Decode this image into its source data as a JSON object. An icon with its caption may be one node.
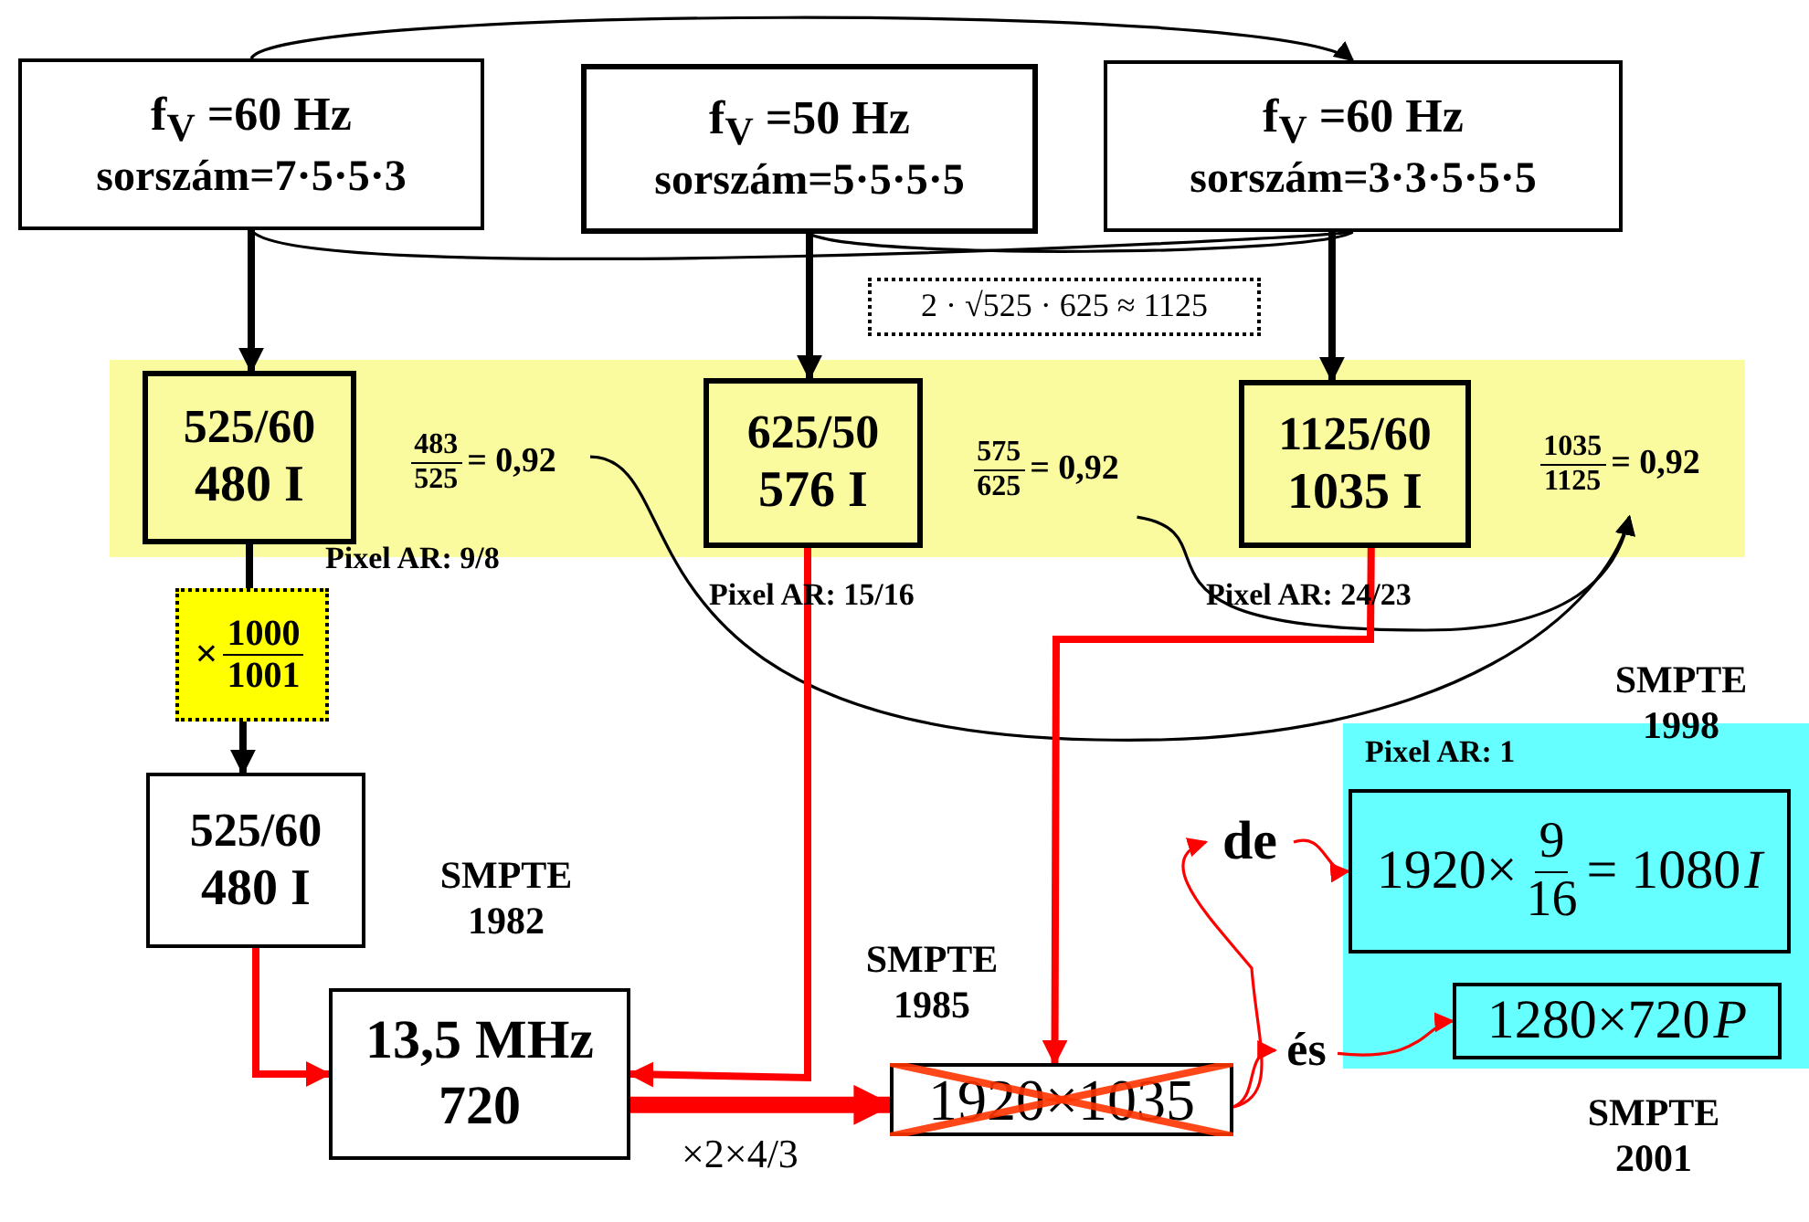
{
  "diagram": {
    "nodes": [
      {
        "text": [
          "f$_{V}$ =60 Hz",
          "sorszám=7·5·5·3"
        ]
      },
      {
        "text": [
          "f$_{V}$ =50 Hz",
          "sorszám=5·5·5·5"
        ]
      },
      {
        "text": [
          "f$_{V}$ =60 Hz",
          "sorszám=3·3·5·5·5"
        ]
      },
      {
        "text": [
          "2 · √525 · 625 ≈ 1125"
        ]
      },
      {
        "text": [],
        "shape": "box"
      },
      {
        "text": [
          "525/60",
          "480 I"
        ],
        "in": 4
      },
      {
        "text": [
          "483",
          "525",
          "= 0,92"
        ],
        "in": 4
      },
      {
        "text": [
          "625/50",
          "576 I"
        ],
        "in": 4
      },
      {
        "text": [
          "575",
          "625",
          "= 0,92"
        ],
        "in": 4
      },
      {
        "text": [
          "1125/60",
          "1035 I"
        ],
        "in": 4
      },
      {
        "text": [
          "1035",
          "1125",
          "= 0,92"
        ],
        "in": 4
      },
      {
        "text": [
          "×",
          "1000",
          "1001"
        ]
      },
      {
        "text": [
          "525/60",
          "480 I"
        ]
      },
      {
        "text": [
          "13,5 MHz",
          "720"
        ]
      },
      {
        "text": [
          "1920×1035"
        ]
      },
      {
        "text": [
          "de"
        ]
      },
      {
        "text": [
          "és"
        ]
      },
      {
        "text": [
          "Pixel AR: 1"
        ]
      },
      {
        "text": [
          "1920×",
          "9",
          "16",
          "= 1080",
          "I"
        ],
        "in": 17
      },
      {
        "text": [
          "1280×720",
          "P"
        ],
        "in": 17
      }
    ],
    "edges": [
      {
        "from": 0,
        "to": 2,
        "arrow": "to"
      },
      {
        "from": 0,
        "to": 2,
        "arrow": "none"
      },
      {
        "from": 1,
        "to": 2,
        "arrow": "none"
      },
      {
        "from": 0,
        "to": 5,
        "arrow": "to",
        "style": "thick"
      },
      {
        "from": 1,
        "to": 7,
        "arrow": "to",
        "style": "thick"
      },
      {
        "from": 2,
        "to": 9,
        "arrow": "to",
        "style": "thick"
      },
      {
        "from": 5,
        "to": 11,
        "arrow": "none",
        "style": "thick"
      },
      {
        "from": 11,
        "to": 12,
        "arrow": "to",
        "style": "thick"
      },
      {
        "from": 6,
        "to": 10,
        "arrow": "to"
      },
      {
        "from": 8,
        "to": 10,
        "arrow": "to"
      },
      {
        "from": 12,
        "to": 13,
        "arrow": "to",
        "style": "thick",
        "color": "#ff0000"
      },
      {
        "from": 7,
        "to": 13,
        "arrow": "to",
        "style": "thick",
        "color": "#ff0000"
      },
      {
        "from": 9,
        "to": 14,
        "arrow": "to",
        "style": "thick",
        "color": "#ff0000"
      },
      {
        "from": 13,
        "to": 14,
        "arrow": "to",
        "style": "thick",
        "color": "#ff0000",
        "label": "×2×4/3"
      },
      {
        "from": 14,
        "to": 15,
        "arrow": "to",
        "color": "#ff0000"
      },
      {
        "from": 14,
        "to": 16,
        "arrow": "to",
        "color": "#ff0000"
      },
      {
        "from": 15,
        "to": 18,
        "arrow": "to",
        "color": "#ff0000"
      },
      {
        "from": 16,
        "to": 19,
        "arrow": "to",
        "color": "#ff0000"
      }
    ],
    "labels": [
      "Pixel AR: 9/8",
      "Pixel AR: 15/16",
      "Pixel AR: 24/23",
      "SMPTE 1998",
      "SMPTE 1982",
      "SMPTE 1985",
      "SMPTE 2001"
    ]
  }
}
